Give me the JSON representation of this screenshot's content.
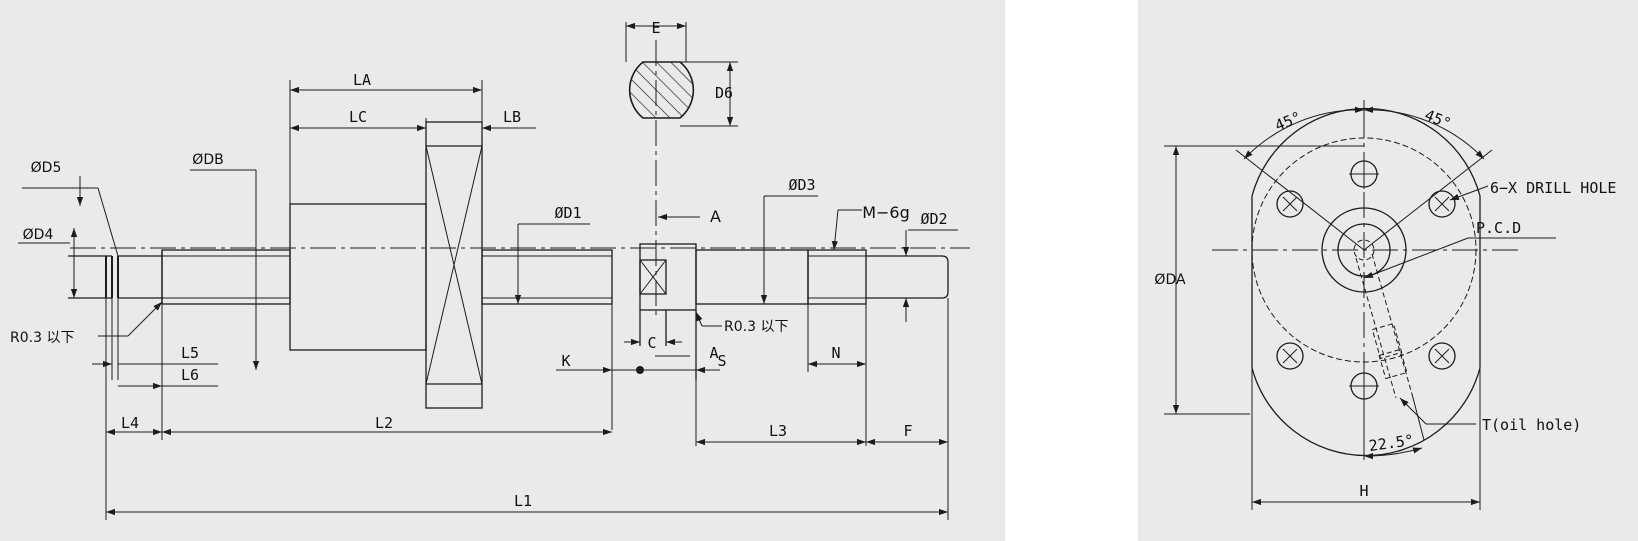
{
  "colors": {
    "panel": "#eaeaea",
    "line": "#1c1c1c",
    "background": "#ffffff"
  },
  "side_view": {
    "labels": {
      "E": "E",
      "D6": "D6",
      "A_arrow": "A",
      "LA": "LA",
      "LC": "LC",
      "LB": "LB",
      "D5": "ØD5",
      "DB": "ØDB",
      "D4": "ØD4",
      "D1": "ØD1",
      "D3": "ØD3",
      "M6g": "M−6g",
      "D2": "ØD2",
      "r03_left": "R0.3 以下",
      "r03_mid": "R0.3 以下",
      "L5": "L5",
      "L6": "L6",
      "K": "K",
      "C": "C",
      "A_small": "A",
      "S": "S",
      "N": "N",
      "L4": "L4",
      "L2": "L2",
      "L3": "L3",
      "F": "F",
      "L1": "L1"
    }
  },
  "end_view": {
    "labels": {
      "angle_left": "45°",
      "angle_right": "45°",
      "drill": "6−X DRILL HOLE",
      "pcd": "P.C.D",
      "DA": "ØDA",
      "oil": "T(oil hole)",
      "angle_bottom": "22.5°",
      "H": "H"
    }
  }
}
